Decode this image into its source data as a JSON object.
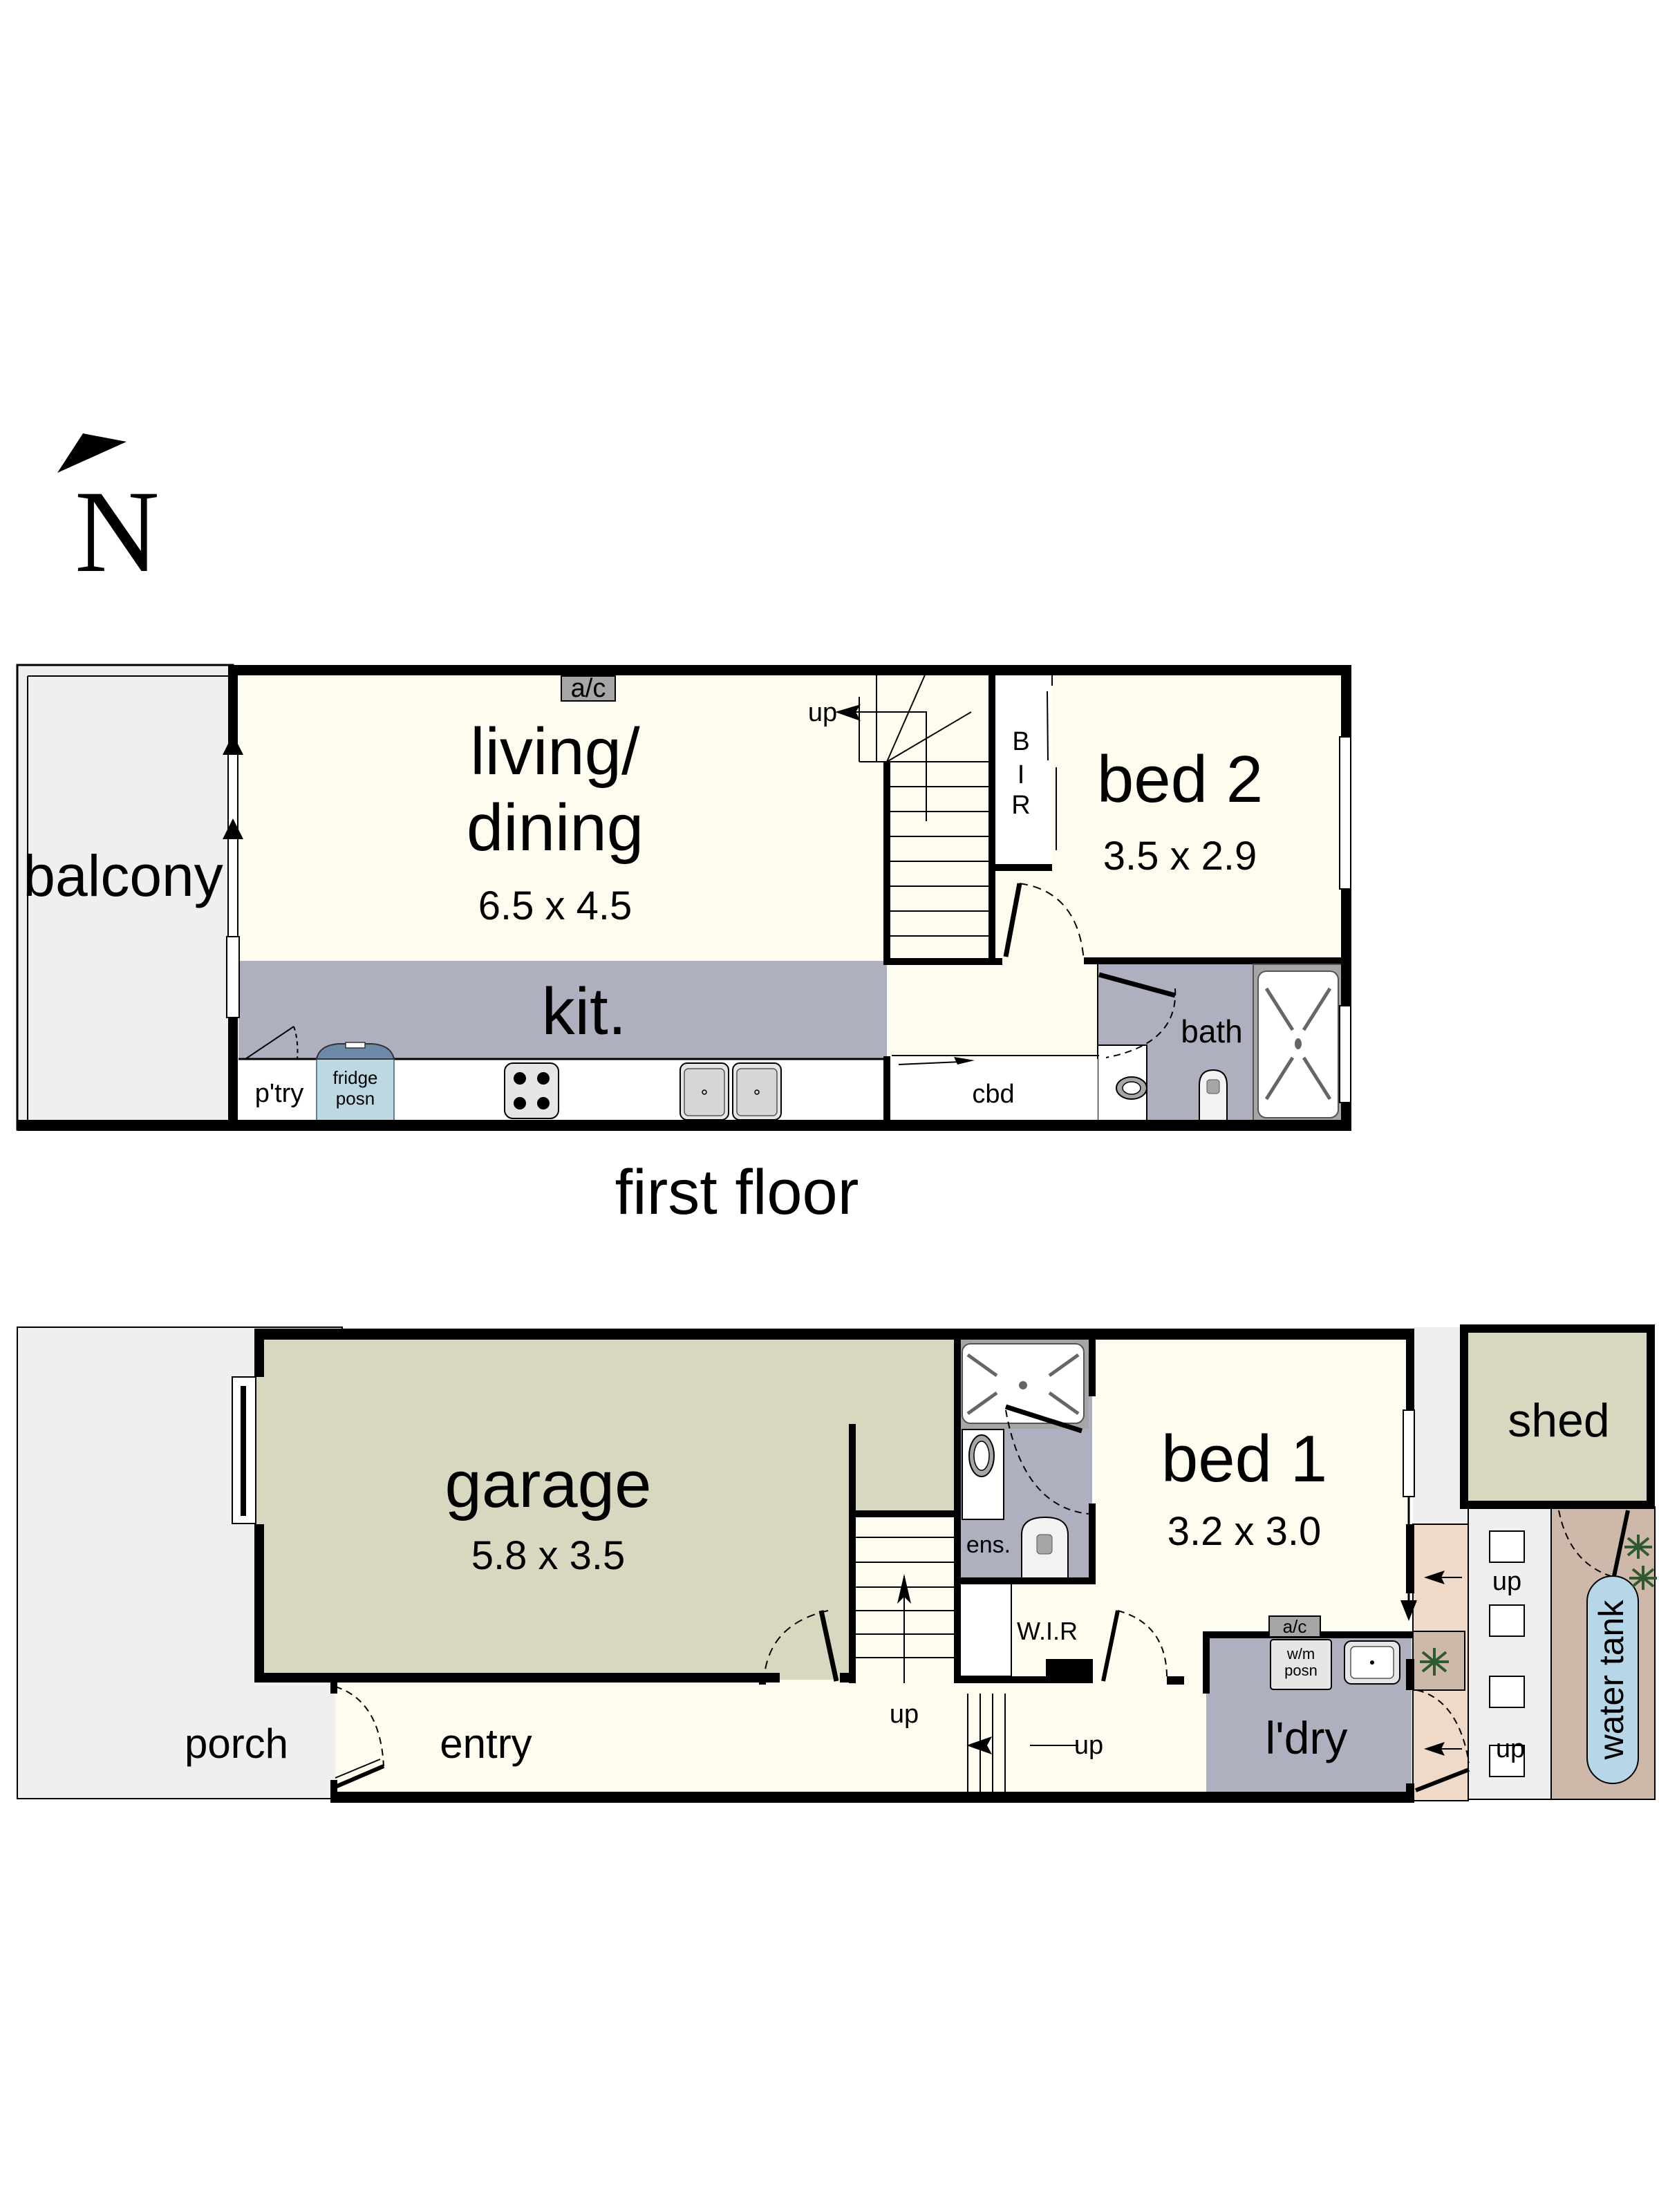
{
  "compass": {
    "letter": "N",
    "icon": "north-arrow-icon"
  },
  "colors": {
    "living_floor": "#FEFBEF",
    "kitchen": "#AEB0BF",
    "wet_area": "#AEB0BF",
    "garage": "#D8D8C1",
    "outdoor": "#EFEFEF",
    "paving": "#EFD9C8",
    "garden": "#CDB8AA",
    "water_tank": "#B7D7E8",
    "wall": "#000000",
    "ac_unit": "#A6A6A6",
    "fridge": "#BCD9E2",
    "plant": "#2F5A2F"
  },
  "first_floor": {
    "caption": "first floor",
    "rooms": {
      "balcony": {
        "name": "balcony"
      },
      "living": {
        "name_line1": "living/",
        "name_line2": "dining",
        "dims": "6.5 x 4.5"
      },
      "kitchen": {
        "name": "kit."
      },
      "pantry": {
        "name": "p'try"
      },
      "fridge": {
        "line1": "fridge",
        "line2": "posn"
      },
      "bed2": {
        "name": "bed 2",
        "dims": "3.5 x 2.9"
      },
      "bir": {
        "l1": "B",
        "l2": "I",
        "l3": "R"
      },
      "bath": {
        "name": "bath"
      },
      "cbd": {
        "name": "cbd"
      }
    },
    "ac_label": "a/c",
    "stairs_label": "up"
  },
  "ground_floor": {
    "rooms": {
      "garage": {
        "name": "garage",
        "dims": "5.8 x 3.5"
      },
      "porch": {
        "name": "porch"
      },
      "entry": {
        "name": "entry"
      },
      "bed1": {
        "name": "bed 1",
        "dims": "3.2 x 3.0"
      },
      "ensuite": {
        "name": "ens."
      },
      "wir": {
        "name": "W.I.R"
      },
      "laundry": {
        "name": "l'dry"
      },
      "wm": {
        "line1": "w/m",
        "line2": "posn"
      },
      "shed": {
        "name": "shed"
      },
      "water_tank": {
        "name": "water tank"
      }
    },
    "ac_label": "a/c",
    "up_labels": [
      "up",
      "up",
      "up",
      "up"
    ]
  }
}
